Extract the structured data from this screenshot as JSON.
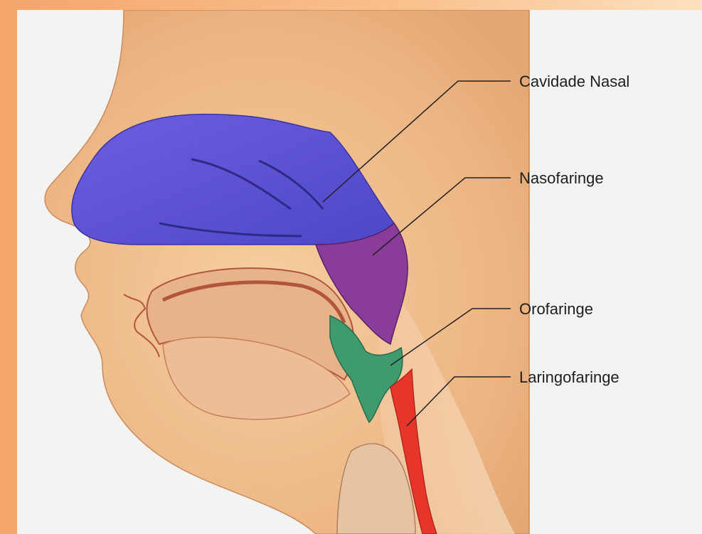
{
  "labels": {
    "cavidade_nasal": "Cavidade Nasal",
    "nasofaringe": "Nasofaringe",
    "orofaringe": "Orofaringe",
    "laringofaringe": "Laringofaringe"
  },
  "colors": {
    "background_frame": "#f4a66c",
    "skin": "#f0c08f",
    "nasal_cavity": "#5c4fd6",
    "nasopharynx": "#8a3c9a",
    "oropharynx": "#3f9b6e",
    "laryngopharynx": "#e8352a"
  }
}
